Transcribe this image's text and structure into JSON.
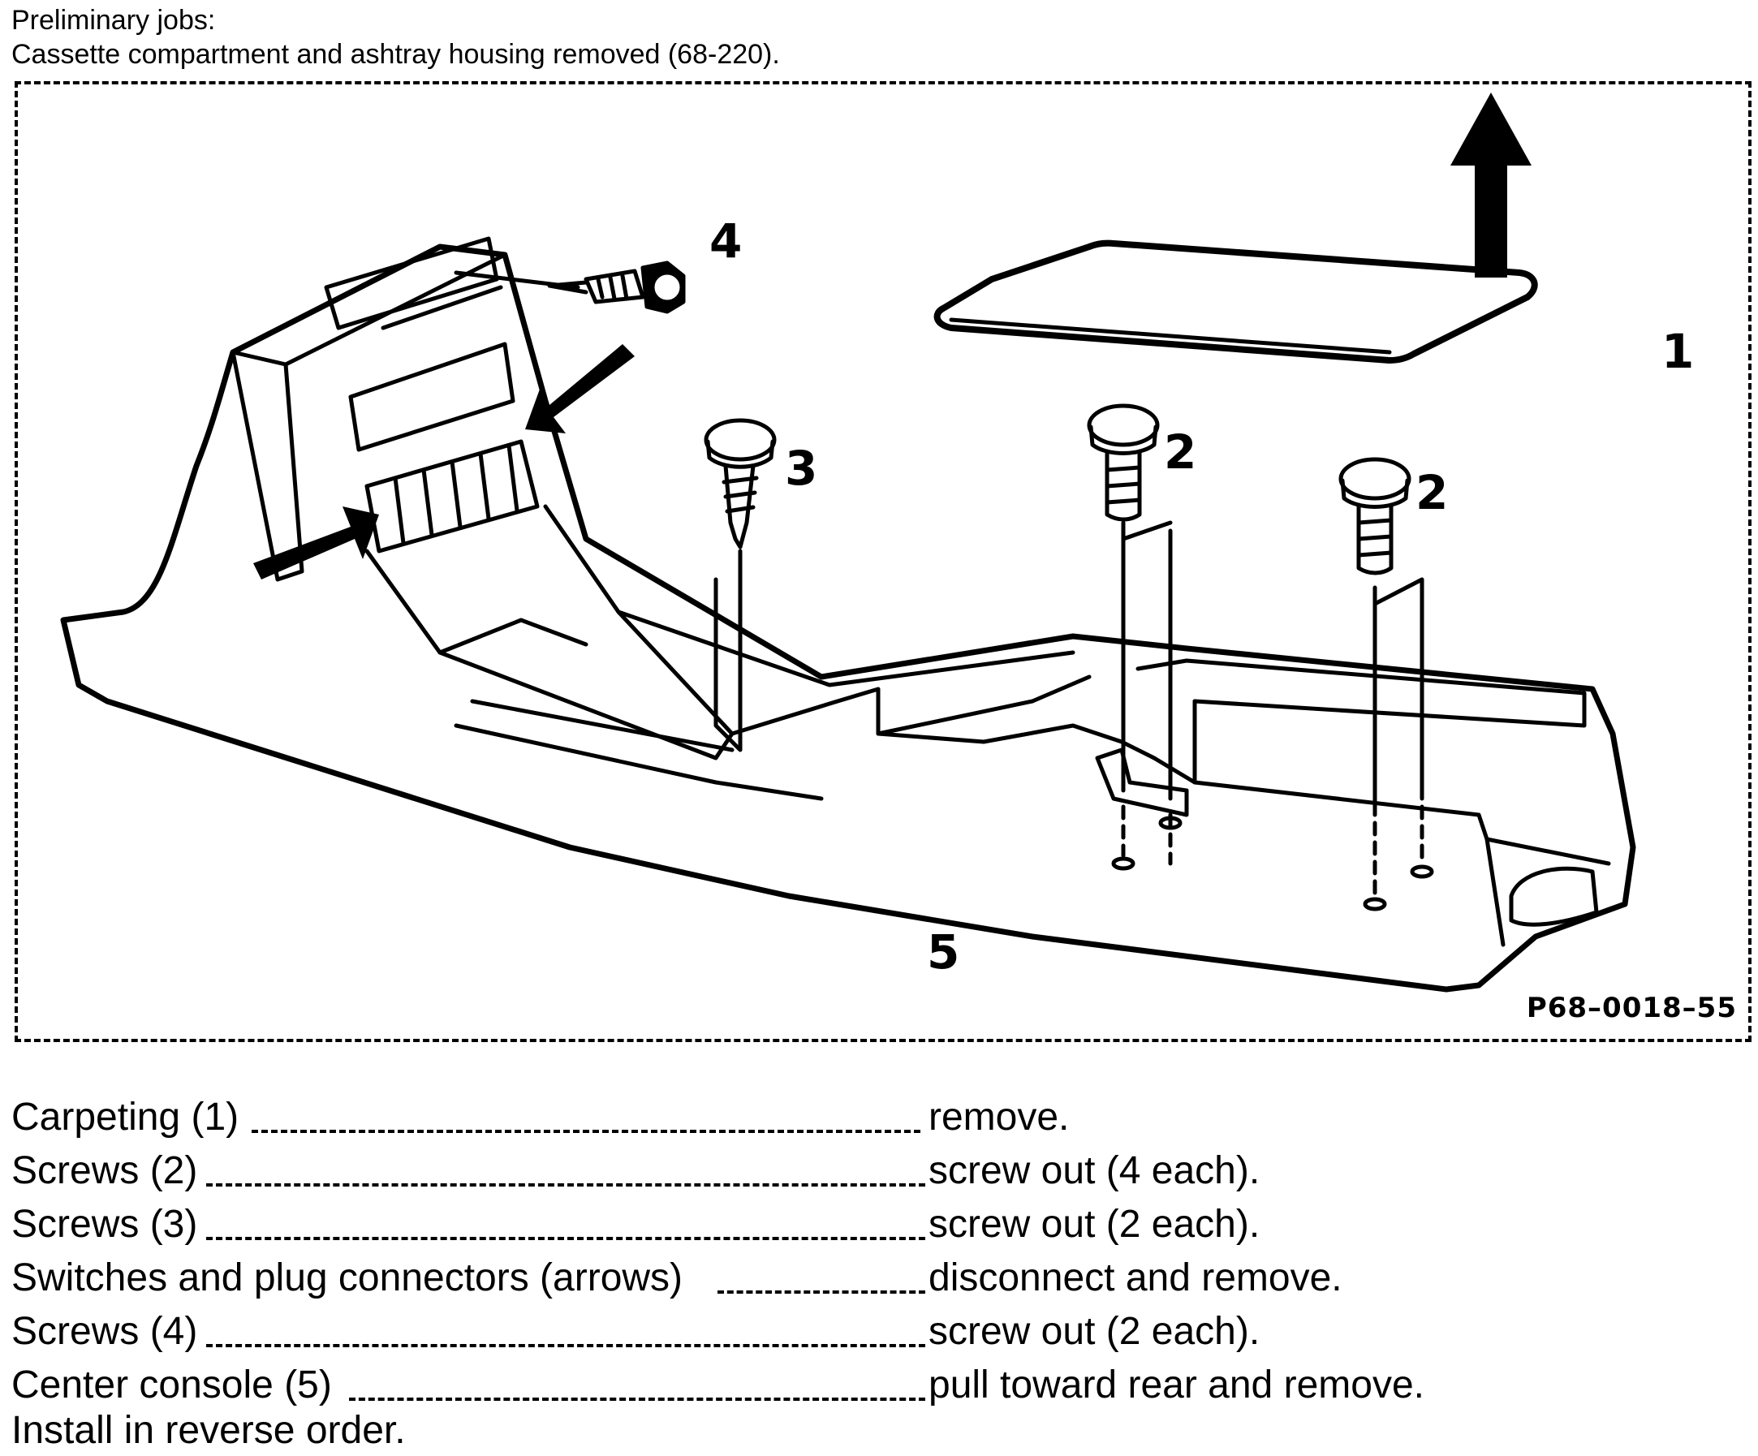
{
  "header": {
    "title": "Preliminary jobs:",
    "subtitle": "Cassette compartment and ashtray housing removed (68-220)."
  },
  "figure": {
    "code": "P68–0018–55",
    "callouts": {
      "c1": "1",
      "c2a": "2",
      "c2b": "2",
      "c3": "3",
      "c4": "4",
      "c5": "5"
    }
  },
  "steps": [
    {
      "label": "Carpeting (1)",
      "action": "remove."
    },
    {
      "label": "Screws (2)",
      "action": "screw out (4 each)."
    },
    {
      "label": "Screws (3)",
      "action": "screw out (2 each)."
    },
    {
      "label": "Switches and plug connectors (arrows)",
      "action": "disconnect and remove."
    },
    {
      "label": "Screws (4)",
      "action": "screw out (2 each)."
    },
    {
      "label": "Center console (5)",
      "action": "pull toward rear and remove."
    }
  ],
  "footer": {
    "note": "Install in reverse order."
  }
}
